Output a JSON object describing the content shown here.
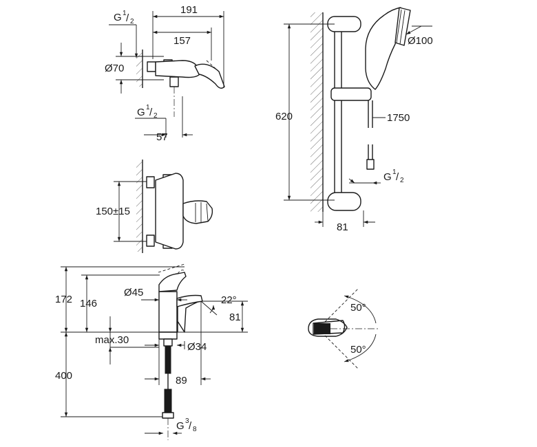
{
  "top_left_view": {
    "thread_top": {
      "letter": "G",
      "num": "1",
      "den": "2"
    },
    "width_191": "191",
    "width_157": "157",
    "diameter_70": "Ø70",
    "thread_bottom": {
      "letter": "G",
      "num": "1",
      "den": "2"
    },
    "width_57": "57"
  },
  "middle_left_view": {
    "spacing": "150±15"
  },
  "shower_view": {
    "height_620": "620",
    "head_diameter": "Ø100",
    "hose_length": "1750",
    "thread": {
      "letter": "G",
      "num": "1",
      "den": "2"
    },
    "depth_81": "81"
  },
  "basin_view": {
    "height_172": "172",
    "height_146": "146",
    "diameter_45": "Ø45",
    "spout_angle": "22°",
    "spout_height_81": "81",
    "max_thickness": "max.30",
    "diameter_34": "Ø34",
    "length_400": "400",
    "reach_89": "89",
    "thread": {
      "letter": "G",
      "num": "3",
      "den": "8"
    }
  },
  "lever_view": {
    "angle_top": "50°",
    "angle_bottom": "50°"
  }
}
